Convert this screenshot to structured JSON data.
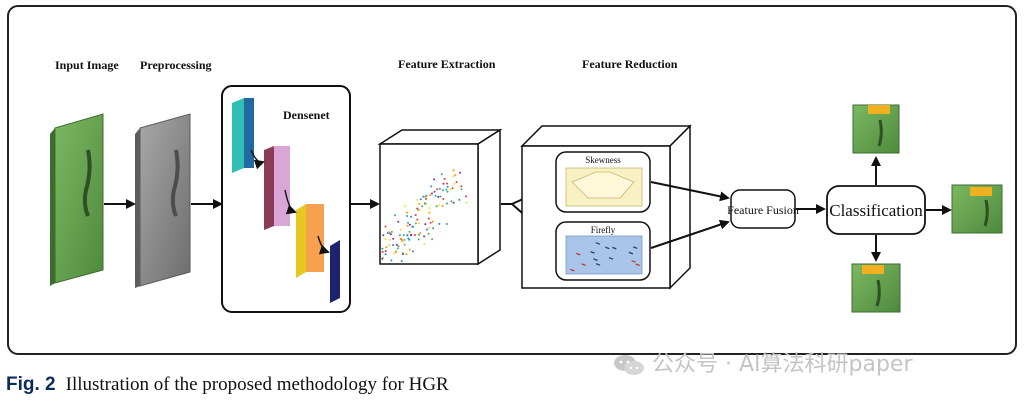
{
  "stages": {
    "input_image": "Input Image",
    "preprocessing": "Preprocessing",
    "densenet": "Densenet",
    "feature_extraction": "Feature Extraction",
    "feature_reduction": "Feature Reduction",
    "skewness": "Skewness",
    "firefly": "Firefly",
    "feature_fusion": "Feature Fusion",
    "classification": "Classification"
  },
  "caption": {
    "fig_label": "Fig. 2",
    "text": "Illustration of the proposed methodology for HGR"
  },
  "watermark": "公众号 · AI算法科研paper",
  "colors": {
    "green": "#5f9a4a",
    "grey": "#8a8a8a",
    "teal": "#3bc7c2",
    "pink": "#d8a6d8",
    "orange": "#f5a24a",
    "navy": "#1e2a78",
    "caption_blue": "#0c2b5a"
  }
}
